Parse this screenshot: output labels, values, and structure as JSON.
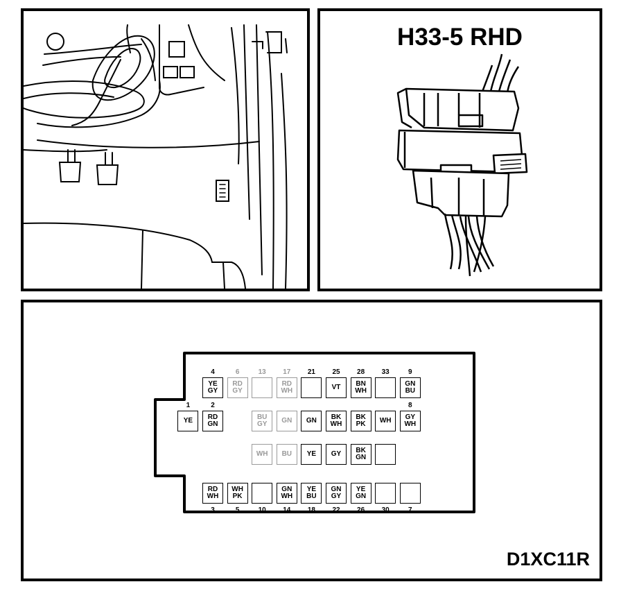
{
  "connector": {
    "title": "H33-5 RHD",
    "diagram_id": "D1XC11R"
  },
  "pins": [
    {
      "num": "4",
      "colors": [
        "YE",
        "GY"
      ],
      "row": 0,
      "col": 0,
      "label": "top",
      "faded": false
    },
    {
      "num": "6",
      "colors": [
        "RD",
        "GY"
      ],
      "row": 0,
      "col": 1,
      "label": "top",
      "faded": true
    },
    {
      "num": "13",
      "colors": [],
      "row": 0,
      "col": 2,
      "label": "top",
      "faded": true
    },
    {
      "num": "17",
      "colors": [
        "RD",
        "WH"
      ],
      "row": 0,
      "col": 3,
      "label": "top",
      "faded": true
    },
    {
      "num": "21",
      "colors": [],
      "row": 0,
      "col": 4,
      "label": "top",
      "faded": false
    },
    {
      "num": "25",
      "colors": [
        "VT"
      ],
      "row": 0,
      "col": 5,
      "label": "top",
      "faded": false
    },
    {
      "num": "28",
      "colors": [
        "BN",
        "WH"
      ],
      "row": 0,
      "col": 6,
      "label": "top",
      "faded": false
    },
    {
      "num": "33",
      "colors": [],
      "row": 0,
      "col": 7,
      "label": "top",
      "faded": false
    },
    {
      "num": "9",
      "colors": [
        "GN",
        "BU"
      ],
      "row": 0,
      "col": 8,
      "label": "top",
      "faded": false
    },
    {
      "num": "1",
      "colors": [
        "YE"
      ],
      "row": 1,
      "col": -1,
      "label": "top",
      "faded": false
    },
    {
      "num": "2",
      "colors": [
        "RD",
        "GN"
      ],
      "row": 1,
      "col": 0,
      "label": "top",
      "faded": false
    },
    {
      "num": "",
      "colors": [
        "BU",
        "GY"
      ],
      "row": 1,
      "col": 2,
      "label": "none",
      "faded": true
    },
    {
      "num": "",
      "colors": [
        "GN"
      ],
      "row": 1,
      "col": 3,
      "label": "none",
      "faded": true
    },
    {
      "num": "",
      "colors": [
        "GN"
      ],
      "row": 1,
      "col": 4,
      "label": "none",
      "faded": false
    },
    {
      "num": "",
      "colors": [
        "BK",
        "WH"
      ],
      "row": 1,
      "col": 5,
      "label": "none",
      "faded": false
    },
    {
      "num": "",
      "colors": [
        "BK",
        "PK"
      ],
      "row": 1,
      "col": 6,
      "label": "none",
      "faded": false
    },
    {
      "num": "",
      "colors": [
        "WH"
      ],
      "row": 1,
      "col": 7,
      "label": "none",
      "faded": false
    },
    {
      "num": "8",
      "colors": [
        "GY",
        "WH"
      ],
      "row": 1,
      "col": 8,
      "label": "top",
      "faded": false
    },
    {
      "num": "",
      "colors": [
        "WH"
      ],
      "row": 2,
      "col": 2,
      "label": "none",
      "faded": true
    },
    {
      "num": "",
      "colors": [
        "BU"
      ],
      "row": 2,
      "col": 3,
      "label": "none",
      "faded": true
    },
    {
      "num": "",
      "colors": [
        "YE"
      ],
      "row": 2,
      "col": 4,
      "label": "none",
      "faded": false
    },
    {
      "num": "",
      "colors": [
        "GY"
      ],
      "row": 2,
      "col": 5,
      "label": "none",
      "faded": false
    },
    {
      "num": "",
      "colors": [
        "BK",
        "GN"
      ],
      "row": 2,
      "col": 6,
      "label": "none",
      "faded": false
    },
    {
      "num": "",
      "colors": [],
      "row": 2,
      "col": 7,
      "label": "none",
      "faded": false
    },
    {
      "num": "3",
      "colors": [
        "RD",
        "WH"
      ],
      "row": 3,
      "col": 0,
      "label": "bottom",
      "faded": false
    },
    {
      "num": "5",
      "colors": [
        "WH",
        "PK"
      ],
      "row": 3,
      "col": 1,
      "label": "bottom",
      "faded": false
    },
    {
      "num": "10",
      "colors": [],
      "row": 3,
      "col": 2,
      "label": "bottom",
      "faded": false
    },
    {
      "num": "14",
      "colors": [
        "GN",
        "WH"
      ],
      "row": 3,
      "col": 3,
      "label": "bottom",
      "faded": false
    },
    {
      "num": "18",
      "colors": [
        "YE",
        "BU"
      ],
      "row": 3,
      "col": 4,
      "label": "bottom",
      "faded": false
    },
    {
      "num": "22",
      "colors": [
        "GN",
        "GY"
      ],
      "row": 3,
      "col": 5,
      "label": "bottom",
      "faded": false
    },
    {
      "num": "26",
      "colors": [
        "YE",
        "GN"
      ],
      "row": 3,
      "col": 6,
      "label": "bottom",
      "faded": false
    },
    {
      "num": "30",
      "colors": [],
      "row": 3,
      "col": 7,
      "label": "bottom",
      "faded": false
    },
    {
      "num": "7",
      "colors": [],
      "row": 3,
      "col": 8,
      "label": "bottom",
      "faded": false
    }
  ]
}
